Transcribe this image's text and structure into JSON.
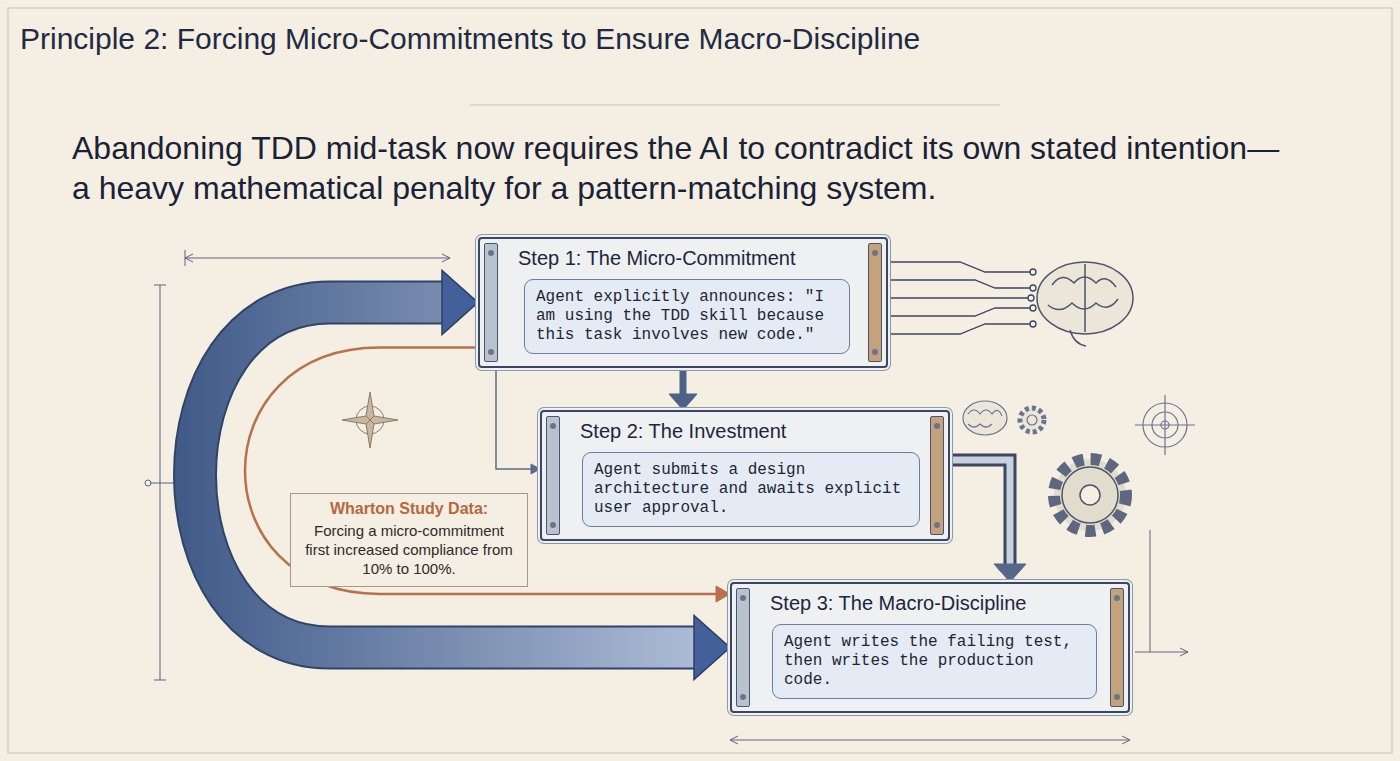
{
  "diagram": {
    "title": "Principle 2: Forcing Micro-Commitments to Ensure Macro-Discipline",
    "nodes": [
      {
        "text": [
          "Step 1: The Micro-Commitment"
        ]
      },
      {
        "text": [
          "Agent explicitly announces: \"I am using the TDD skill because this task involves new code.\""
        ],
        "in": 0
      },
      {
        "text": [
          "Step 2: The Investment"
        ]
      },
      {
        "text": [
          "Agent submits a design architecture and awaits explicit user approval."
        ],
        "in": 2
      },
      {
        "text": [
          "Wharton Study Data:",
          "Forcing a micro-commitment first increased compliance from 10% to 100%."
        ]
      },
      {
        "text": [
          "Step 3: The Macro-Discipline"
        ]
      },
      {
        "text": [
          "Agent writes the failing test, then writes the production code."
        ],
        "in": 5
      }
    ],
    "edges": [
      {
        "from": 0,
        "to": 2,
        "arrow": "to"
      },
      {
        "from": 0,
        "to": 2,
        "arrow": "to"
      },
      {
        "from": 2,
        "to": 5,
        "arrow": "to"
      },
      {
        "from": 5,
        "to": 0,
        "arrow": "both"
      },
      {
        "from": 0,
        "to": 5,
        "arrow": "to"
      }
    ],
    "labels": [
      "Abandoning TDD mid-task now requires the AI to contradict its own stated intention—a heavy mathematical penalty for a pattern-matching system."
    ]
  }
}
